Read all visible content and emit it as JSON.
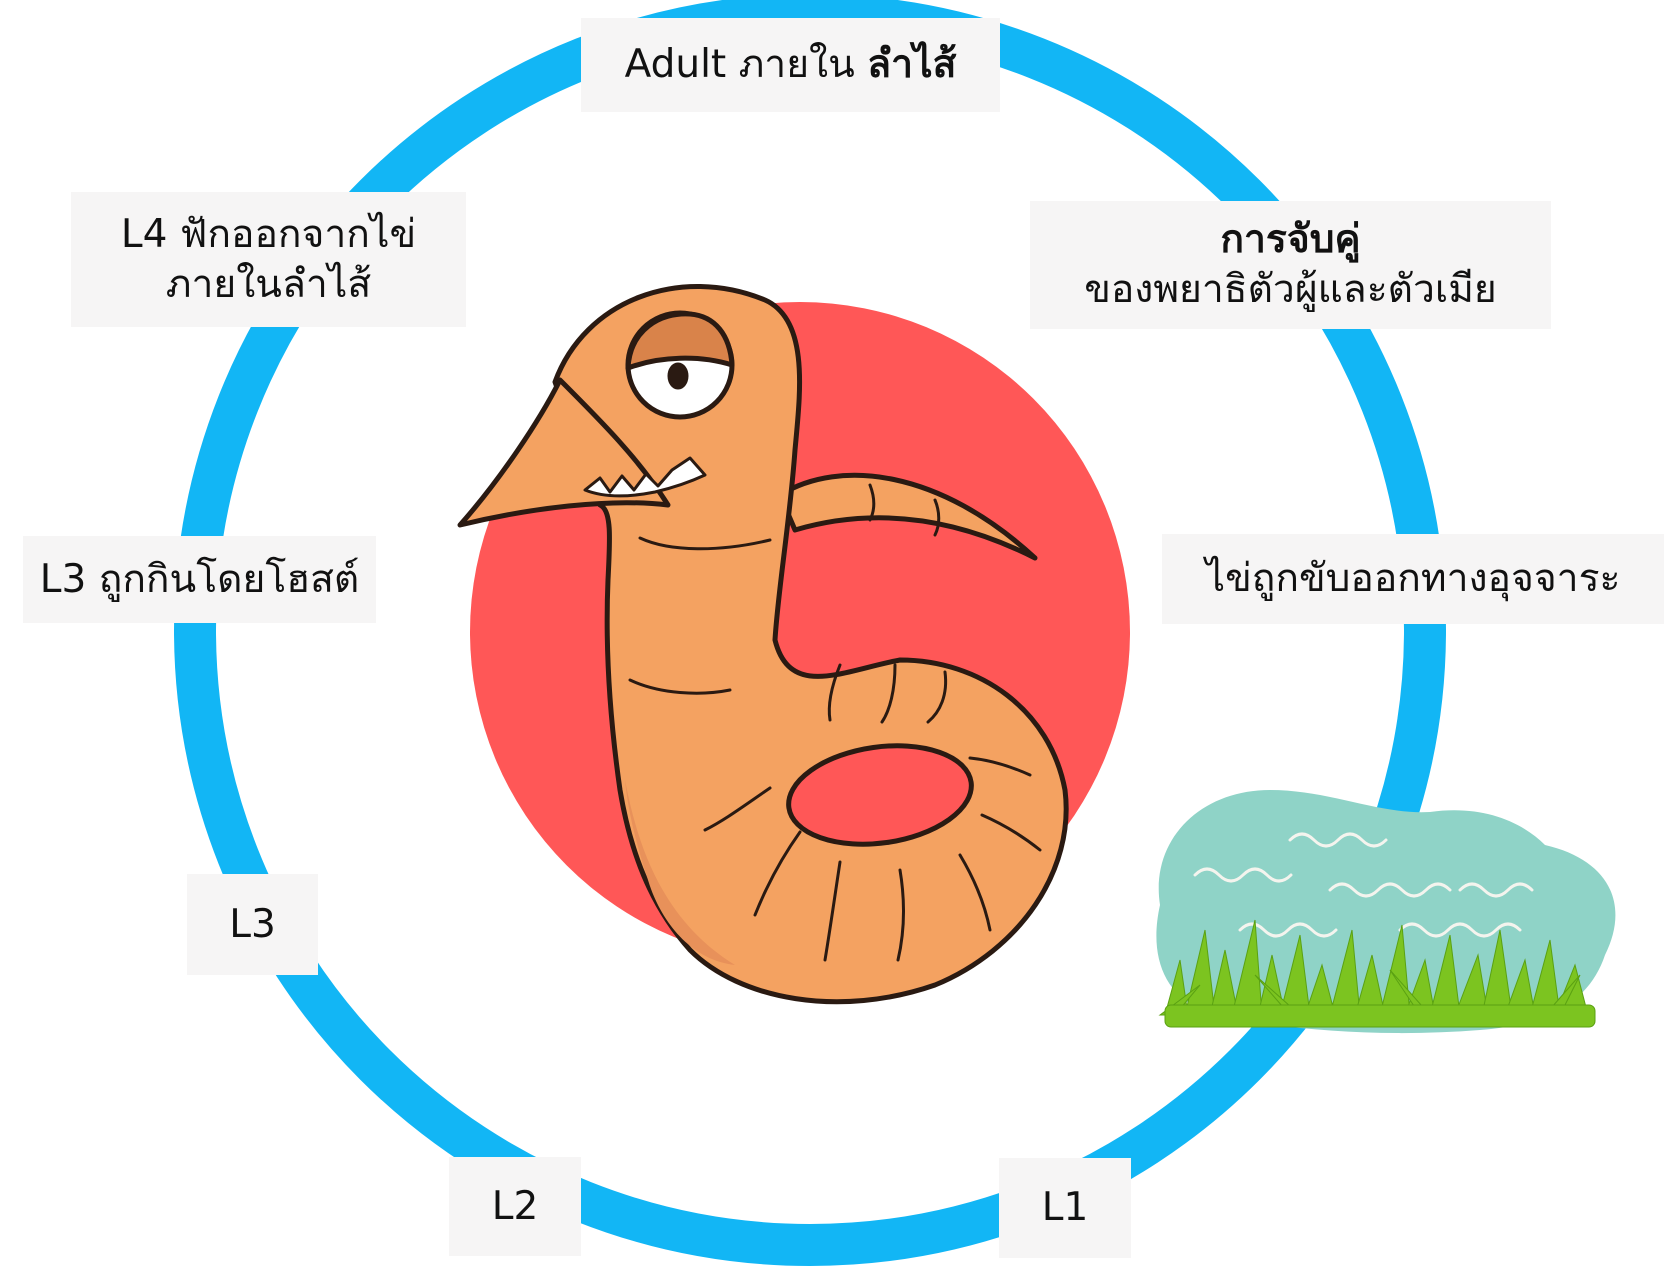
{
  "colors": {
    "cycle_ring": "#12b6f5",
    "red_disc": "#ff5757",
    "worm_body": "#f4a261",
    "worm_outline": "#2a1a12",
    "grass": "#7cc420",
    "pond": "#8fd3c7",
    "label_background": "#f6f5f5"
  },
  "illustration": {
    "central_figure": "worm-mascot",
    "environment_figure": "pond-with-grass"
  },
  "labels": {
    "adult": {
      "prefix": "Adult ภายใน ",
      "emphasis": "ลำไส้"
    },
    "mating": {
      "line1": "การจับคู่",
      "line2": "ของพยาธิตัวผู้และตัวเมีย"
    },
    "eggs_excreted": "ไข่ถูกขับออกทางอุจจาระ",
    "l1": "L1",
    "l2": "L2",
    "l3": "L3",
    "l3_eaten": "L3 ถูกกินโดยโฮสต์",
    "l4_hatch": {
      "line1": "L4 ฟักออกจากไข่",
      "line2": "ภายในลำไส้"
    }
  }
}
